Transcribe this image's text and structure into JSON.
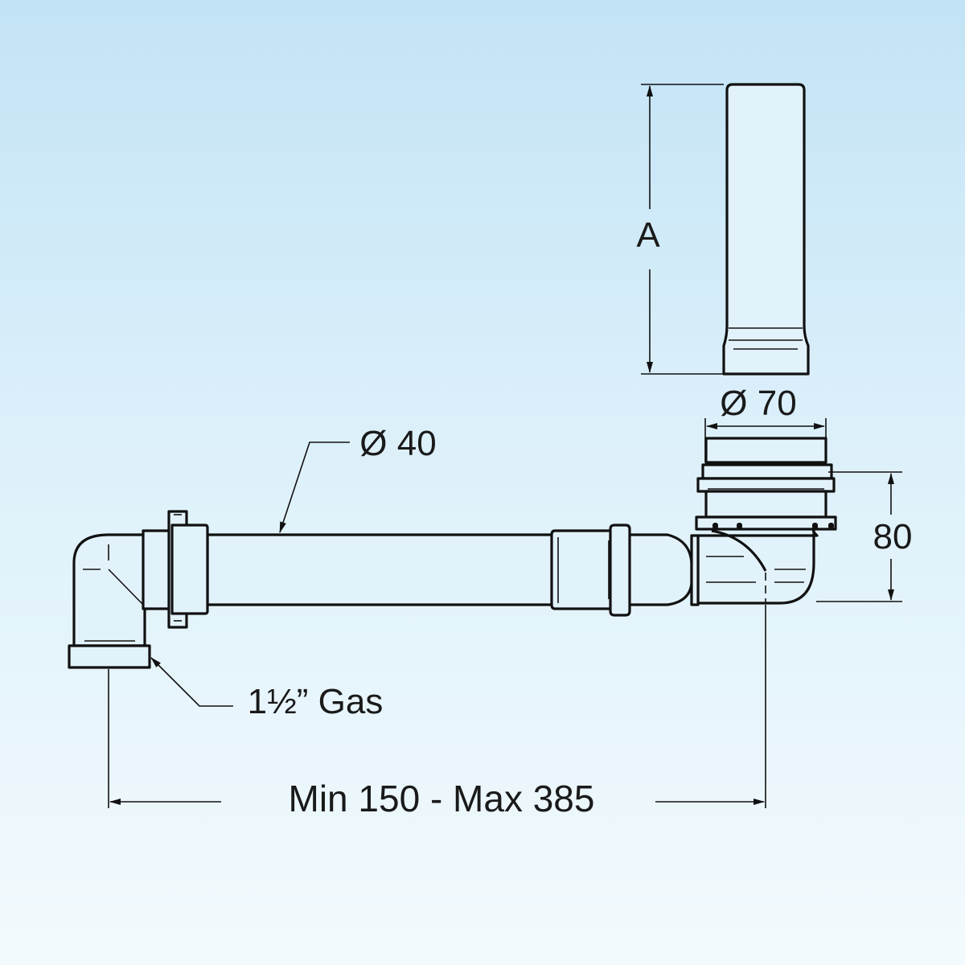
{
  "diagram": {
    "labels": {
      "standpipe_height": "A",
      "standpipe_diameter": "Ø 70",
      "pipe_diameter": "Ø 40",
      "trap_height": "80",
      "thread": "1½” Gas",
      "length_range": "Min 150 - Max 385"
    },
    "colors": {
      "line": "#111111",
      "background_top": "#c2e3f6",
      "background_bottom": "#f3fafd"
    }
  }
}
